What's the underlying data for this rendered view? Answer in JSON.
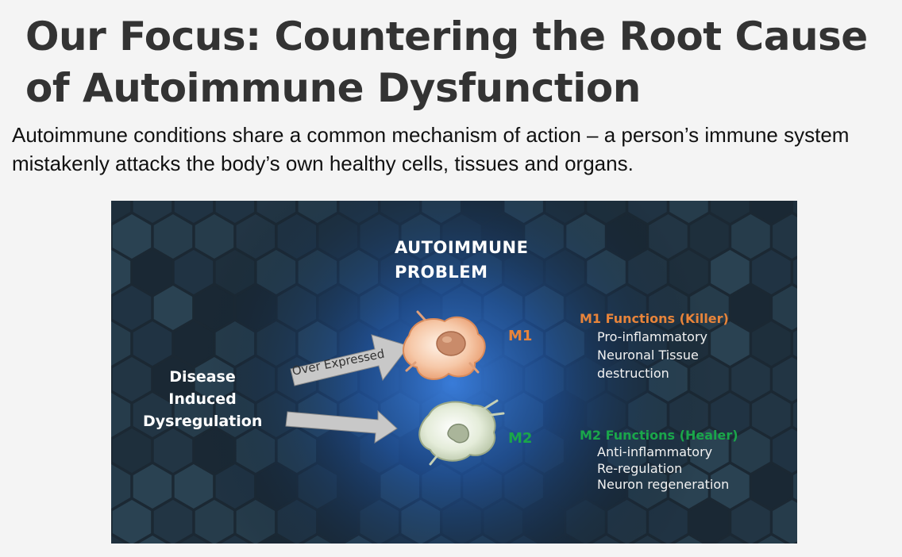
{
  "slide": {
    "title": "Our Focus: Countering the Root Cause of Autoimmune Dysfunction",
    "subtitle": "Autoimmune conditions share a common mechanism of action – a person’s immune system mistakenly attacks the body’s own healthy cells, tissues and organs."
  },
  "diagram": {
    "problem_heading": [
      "AUTOIMMUNE",
      "PROBLEM"
    ],
    "disease_label": [
      "Disease",
      "Induced",
      "Dysregulation"
    ],
    "arrow_label": "Over Expressed",
    "m1": {
      "tag": "M1",
      "title": "M1 Functions (Killer)",
      "items": [
        "Pro-inflammatory",
        "Neuronal Tissue",
        "destruction"
      ]
    },
    "m2": {
      "tag": "M2",
      "title": "M2 Functions (Healer)",
      "items": [
        "Anti-inflammatory",
        "Re-regulation",
        "Neuron regeneration"
      ]
    },
    "colors": {
      "background": "#1b2833",
      "m1_accent": "#e8843a",
      "m2_accent": "#1aa64a",
      "glow": "#2f6fd0",
      "arrow": "#c8c8c8"
    },
    "icons": [
      "hexagon-pattern",
      "m1-macrophage-cell",
      "m2-macrophage-cell",
      "up-right-arrow",
      "right-arrow"
    ]
  }
}
